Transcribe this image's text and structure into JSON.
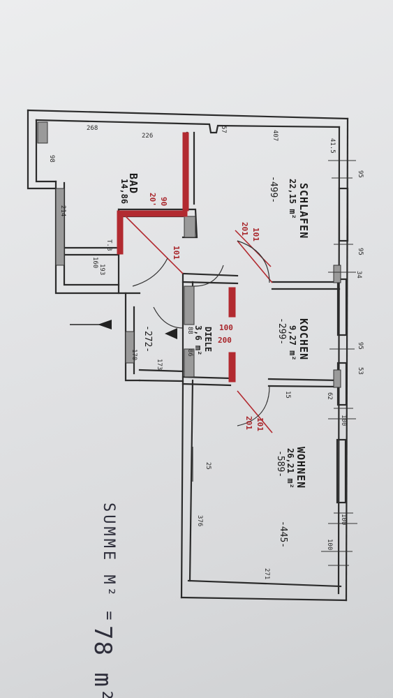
{
  "rooms": {
    "schlafen": {
      "name": "SCHLAFEN",
      "area": "22,15 m²",
      "perimeter": "-499-"
    },
    "kochen": {
      "name": "KOCHEN",
      "area": "9,27 m²",
      "perimeter": "-299-"
    },
    "wohnen": {
      "name": "WOHNEN",
      "area": "26,21 m²",
      "perimeter": "-589-"
    },
    "bad": {
      "name": "BAD",
      "area": "14,86"
    },
    "diele": {
      "name": "DIELE",
      "area": "3,6 m²"
    },
    "small_room": {
      "label": "T.B"
    }
  },
  "dimensions": {
    "d268": "268",
    "d226": "226",
    "d57": "57",
    "d407": "407",
    "d415": "41.5",
    "d95a": "95",
    "d95b": "95",
    "d34": "34",
    "d95c": "95",
    "d53": "53",
    "d62": "62",
    "d100a": "100",
    "d100b": "100",
    "d100c": "100",
    "d271": "271",
    "d376": "376",
    "d25": "25",
    "d445": "-445-",
    "d214": "214",
    "d98": "98",
    "d88": "88",
    "d86": "86",
    "d272": "-272-",
    "d173": "173",
    "d193": "193",
    "d160": "160",
    "d170": "170",
    "d15": "15"
  },
  "red_marks": {
    "r90": "90",
    "r201a": "20'",
    "r101a": "101",
    "r201b": "201",
    "r101b": "101",
    "r100": "100",
    "r200": "200",
    "r101c": "101",
    "r201c": "201"
  },
  "summary": {
    "label": "SUMME M² =",
    "value": "78 m²"
  }
}
